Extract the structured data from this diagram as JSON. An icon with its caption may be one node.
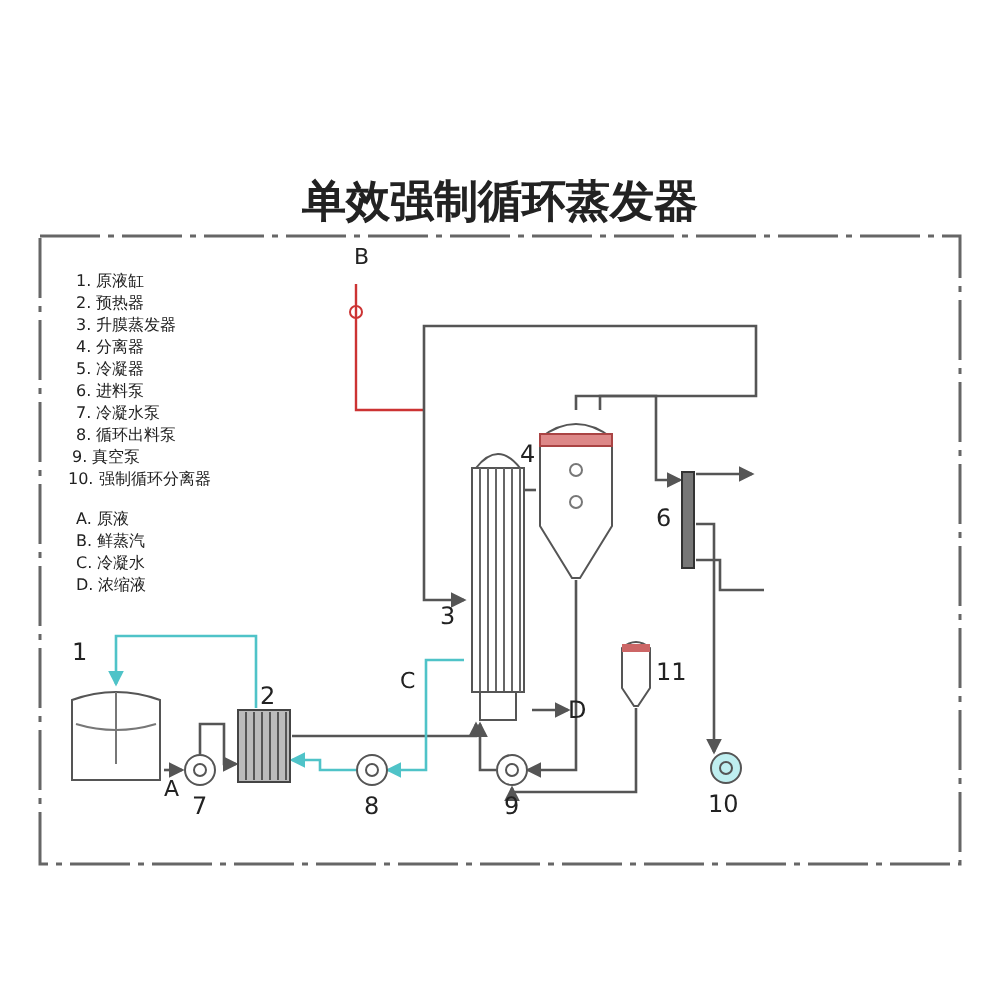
{
  "diagram": {
    "title": "单效强制循环蒸发器",
    "nodes": [
      {
        "text": [
          "1"
        ]
      },
      {
        "text": [
          "2"
        ]
      },
      {
        "text": [
          "3"
        ]
      },
      {
        "text": [
          "4"
        ]
      },
      {
        "text": [
          "6"
        ]
      },
      {
        "text": [
          "7"
        ]
      },
      {
        "text": [
          "8"
        ]
      },
      {
        "text": [
          "9"
        ]
      },
      {
        "text": [
          "10"
        ]
      },
      {
        "text": [
          "11"
        ]
      },
      {
        "text": [
          "D"
        ]
      }
    ],
    "edges": [
      {
        "from": 0,
        "to": 5,
        "arrow": "to"
      },
      {
        "from": 5,
        "to": 1,
        "arrow": "to"
      },
      {
        "from": 1,
        "to": 2,
        "arrow": "to"
      },
      {
        "from": 2,
        "to": 3,
        "arrow": "none"
      },
      {
        "from": 3,
        "to": 4,
        "arrow": "to"
      },
      {
        "from": 3,
        "to": 2,
        "arrow": "to"
      },
      {
        "from": 3,
        "to": 7,
        "arrow": "to"
      },
      {
        "from": 7,
        "to": 2,
        "arrow": "to"
      },
      {
        "from": 9,
        "to": 7,
        "arrow": "to"
      },
      {
        "from": 4,
        "to": 8,
        "arrow": "to"
      },
      {
        "from": 2,
        "to": 6,
        "arrow": "to",
        "color": "#4fc3c8"
      },
      {
        "from": 6,
        "to": 1,
        "arrow": "to",
        "color": "#4fc3c8"
      },
      {
        "from": 1,
        "to": 0,
        "arrow": "to",
        "color": "#4fc3c8"
      },
      {
        "from": 2,
        "to": 10,
        "arrow": "to"
      },
      {
        "from": 4,
        "to": null,
        "arrow": "to"
      },
      {
        "from": 4,
        "to": null,
        "arrow": "none"
      }
    ],
    "labels": [
      "1. 原液缸",
      "2. 预热器",
      "3. 升膜蒸发器",
      "4. 分离器",
      "5. 冷凝器",
      "6. 进料泵",
      "7. 冷凝水泵",
      "8. 循环出料泵",
      "9. 真空泵",
      "10. 强制循环分离器",
      "A. 原液",
      "B. 鲜蒸汽",
      "C. 冷凝水",
      "D. 浓缩液",
      "B",
      "A",
      "C"
    ]
  }
}
